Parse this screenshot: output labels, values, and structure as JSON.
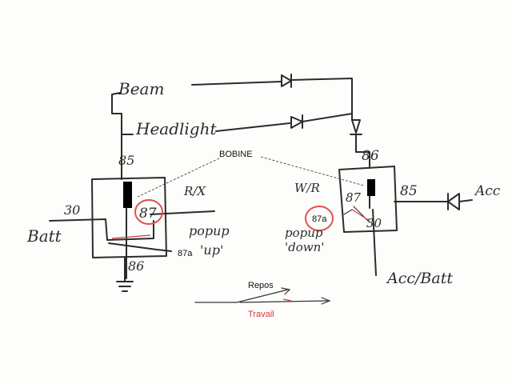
{
  "labels": {
    "beam": "Beam",
    "headlight": "Headlight",
    "bobine": "BOBINE",
    "batt": "Batt",
    "left_30": "30",
    "left_85": "85",
    "left_86": "86",
    "left_87": "87",
    "left_87a": "87a",
    "rx": "R/X",
    "popup_up_1": "popup",
    "popup_up_2": "'up'",
    "wr": "W/R",
    "right_86": "86",
    "right_85": "85",
    "right_87": "87",
    "right_87a": "87a",
    "right_30": "30",
    "acc": "Acc",
    "popup_down_1": "popup",
    "popup_down_2": "'down'",
    "acc_batt": "Acc/Batt",
    "repos": "Repos",
    "travail": "Travail"
  },
  "colors": {
    "ink": "#2b2b2b",
    "highlight_circle": "#e05050",
    "travail": "#d23a3a",
    "coil": "#000000"
  }
}
